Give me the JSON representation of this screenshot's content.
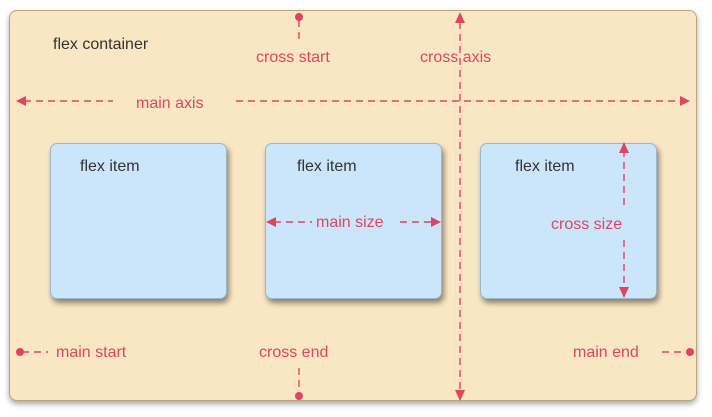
{
  "container": {
    "label": "flex container"
  },
  "items": [
    {
      "label": "flex item"
    },
    {
      "label": "flex item"
    },
    {
      "label": "flex item"
    }
  ],
  "axes": {
    "main_axis": "main axis",
    "cross_axis": "cross axis",
    "main_start": "main start",
    "main_end": "main end",
    "cross_start": "cross start",
    "cross_end": "cross end",
    "main_size": "main size",
    "cross_size": "cross size"
  },
  "colors": {
    "container_fill": "#f9e7c4",
    "item_fill": "#cbe6fb",
    "accent": "#e0445f",
    "text": "#333333"
  }
}
